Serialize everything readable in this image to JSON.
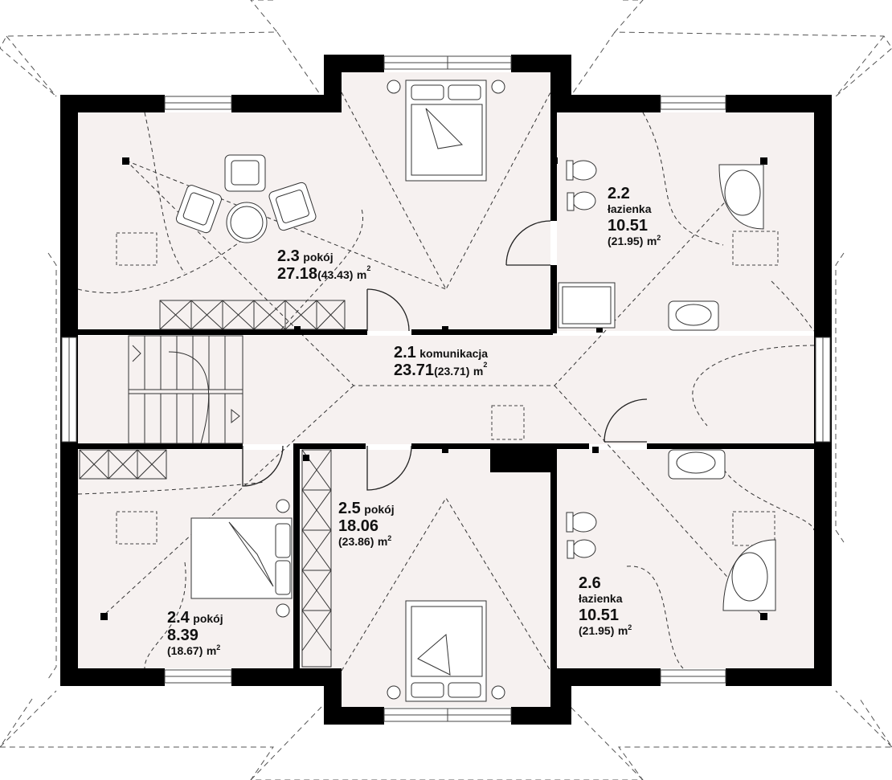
{
  "rooms": [
    {
      "number": "2.1",
      "name": "komunikacja",
      "area": "23.71",
      "total": "(23.71)",
      "unit": "m"
    },
    {
      "number": "2.2",
      "name": "łazienka",
      "area": "10.51",
      "total": "(21.95)",
      "unit": "m"
    },
    {
      "number": "2.3",
      "name": "pokój",
      "area": "27.18",
      "total": "(43.43)",
      "unit": "m"
    },
    {
      "number": "2.4",
      "name": "pokój",
      "area": "8.39",
      "total": "(18.67)",
      "unit": "m"
    },
    {
      "number": "2.5",
      "name": "pokój",
      "area": "18.06",
      "total": "(23.86)",
      "unit": "m"
    },
    {
      "number": "2.6",
      "name": "łazienka",
      "area": "10.51",
      "total": "(21.95)",
      "unit": "m"
    }
  ],
  "sup2": "2",
  "colors": {
    "wall": "#000000",
    "floor": "#f6f1f0",
    "line": "#333333"
  }
}
